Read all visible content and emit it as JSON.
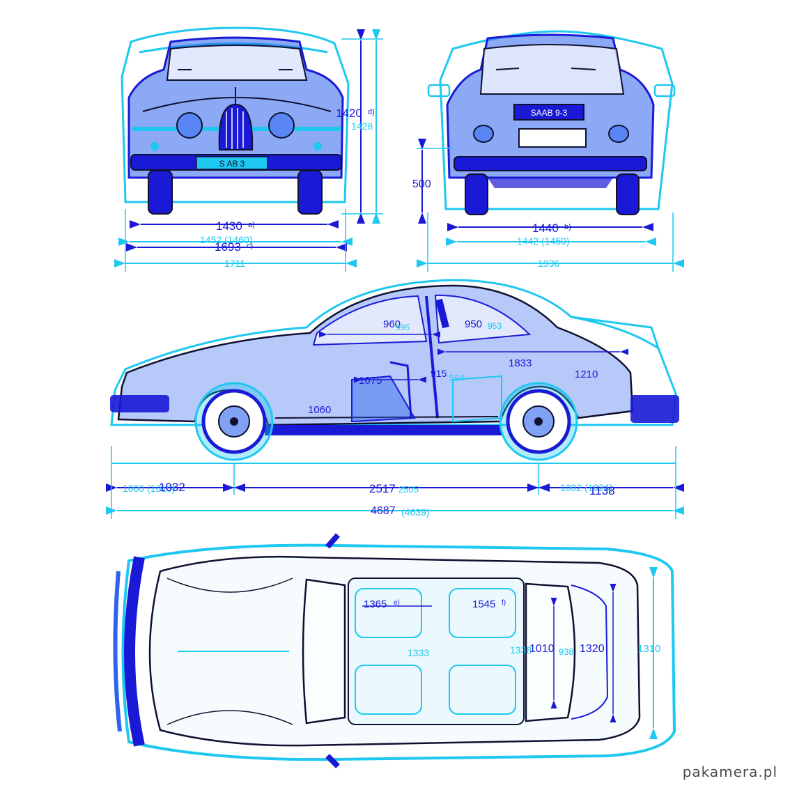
{
  "colors": {
    "dark": "#1a1ad6",
    "light": "#1ec8f0",
    "mid": "#2f6df2",
    "ink": "#101030",
    "bg": "#ffffff"
  },
  "front_view": {
    "plate": "S AB 3",
    "dims": {
      "height": "1420",
      "height_note": "d)",
      "height_alt": "1428",
      "track": "1430",
      "track_note": "a)",
      "track_alt": "1452 (1460)",
      "width_body": "1693",
      "width_body_note": "c)",
      "width_total": "1711"
    }
  },
  "rear_view": {
    "plate": "SAAB 9-3",
    "dims": {
      "ground_clearance": "500",
      "track": "1440",
      "track_note": "b)",
      "track_alt": "1442 (1450)",
      "width_total": "1936"
    }
  },
  "side_view": {
    "dims": {
      "headroom_front": "960",
      "headroom_front_alt": "995",
      "headroom_rear": "950",
      "headroom_rear_alt": "953",
      "legroom_front": "1075",
      "seat_front": "1060",
      "seat_depth": "915",
      "rear_knee": "554",
      "cabin_length": "1833",
      "cargo_length": "1210",
      "front_overhang": "1032",
      "front_overhang_alt": "1000 (1010)",
      "wheelbase": "2517",
      "wheelbase_alt": "2505",
      "rear_overhang": "1138",
      "rear_overhang_alt": "1002 (1024)",
      "length": "4687",
      "length_alt": "(4639)"
    }
  },
  "top_view": {
    "dims": {
      "shoulder_front": "1365",
      "shoulder_front_note": "e)",
      "shoulder_rear": "1545",
      "shoulder_rear_note": "f)",
      "elbow_front": "1333",
      "elbow_rear": "1338",
      "cargo_width": "1010",
      "cargo_width_alt": "938",
      "body_width_inner": "1320",
      "body_width_rear": "1310"
    }
  },
  "watermark": "pakamera.pl"
}
